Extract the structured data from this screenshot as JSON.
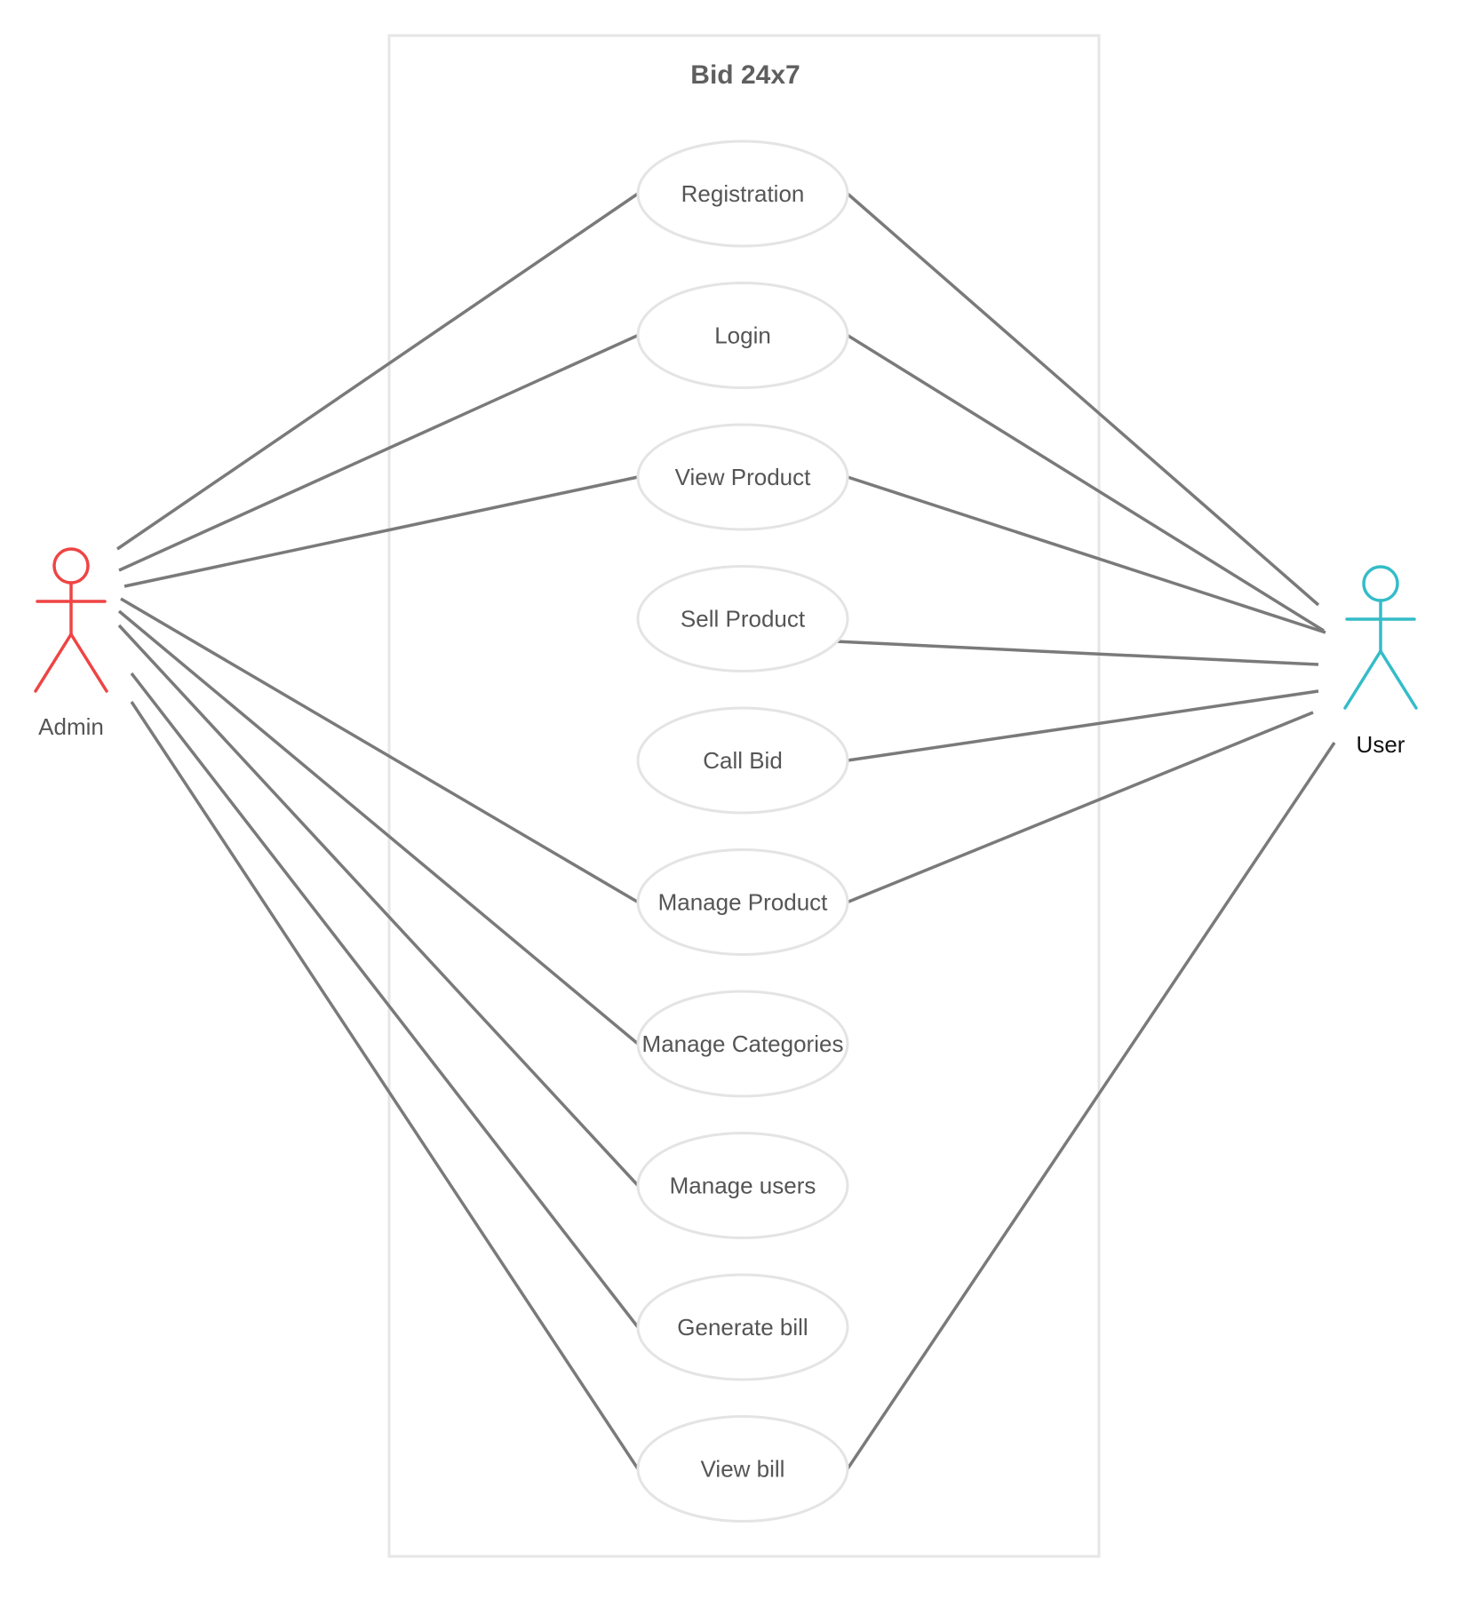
{
  "system": {
    "title": "Bid 24x7"
  },
  "actors": {
    "admin": {
      "label": "Admin",
      "color": "#ef4444"
    },
    "user": {
      "label": "User",
      "color": "#34bcc8"
    }
  },
  "use_cases": [
    {
      "id": "registration",
      "label": "Registration"
    },
    {
      "id": "login",
      "label": "Login"
    },
    {
      "id": "view-product",
      "label": "View Product"
    },
    {
      "id": "sell-product",
      "label": "Sell Product"
    },
    {
      "id": "call-bid",
      "label": "Call Bid"
    },
    {
      "id": "manage-product",
      "label": "Manage Product"
    },
    {
      "id": "manage-categories",
      "label": "Manage Categories"
    },
    {
      "id": "manage-users",
      "label": "Manage users"
    },
    {
      "id": "generate-bill",
      "label": "Generate bill"
    },
    {
      "id": "view-bill",
      "label": "View bill"
    }
  ],
  "associations": {
    "admin": [
      "registration",
      "login",
      "view-product",
      "manage-product",
      "manage-categories",
      "manage-users",
      "generate-bill",
      "view-bill"
    ],
    "user": [
      "registration",
      "login",
      "view-product",
      "sell-product",
      "call-bid",
      "manage-product",
      "view-bill"
    ]
  },
  "colors": {
    "line": "#7a7a7a",
    "ellipse_stroke": "#e4e4e4",
    "boundary_stroke": "#e6e6e6",
    "text": "#555555"
  }
}
